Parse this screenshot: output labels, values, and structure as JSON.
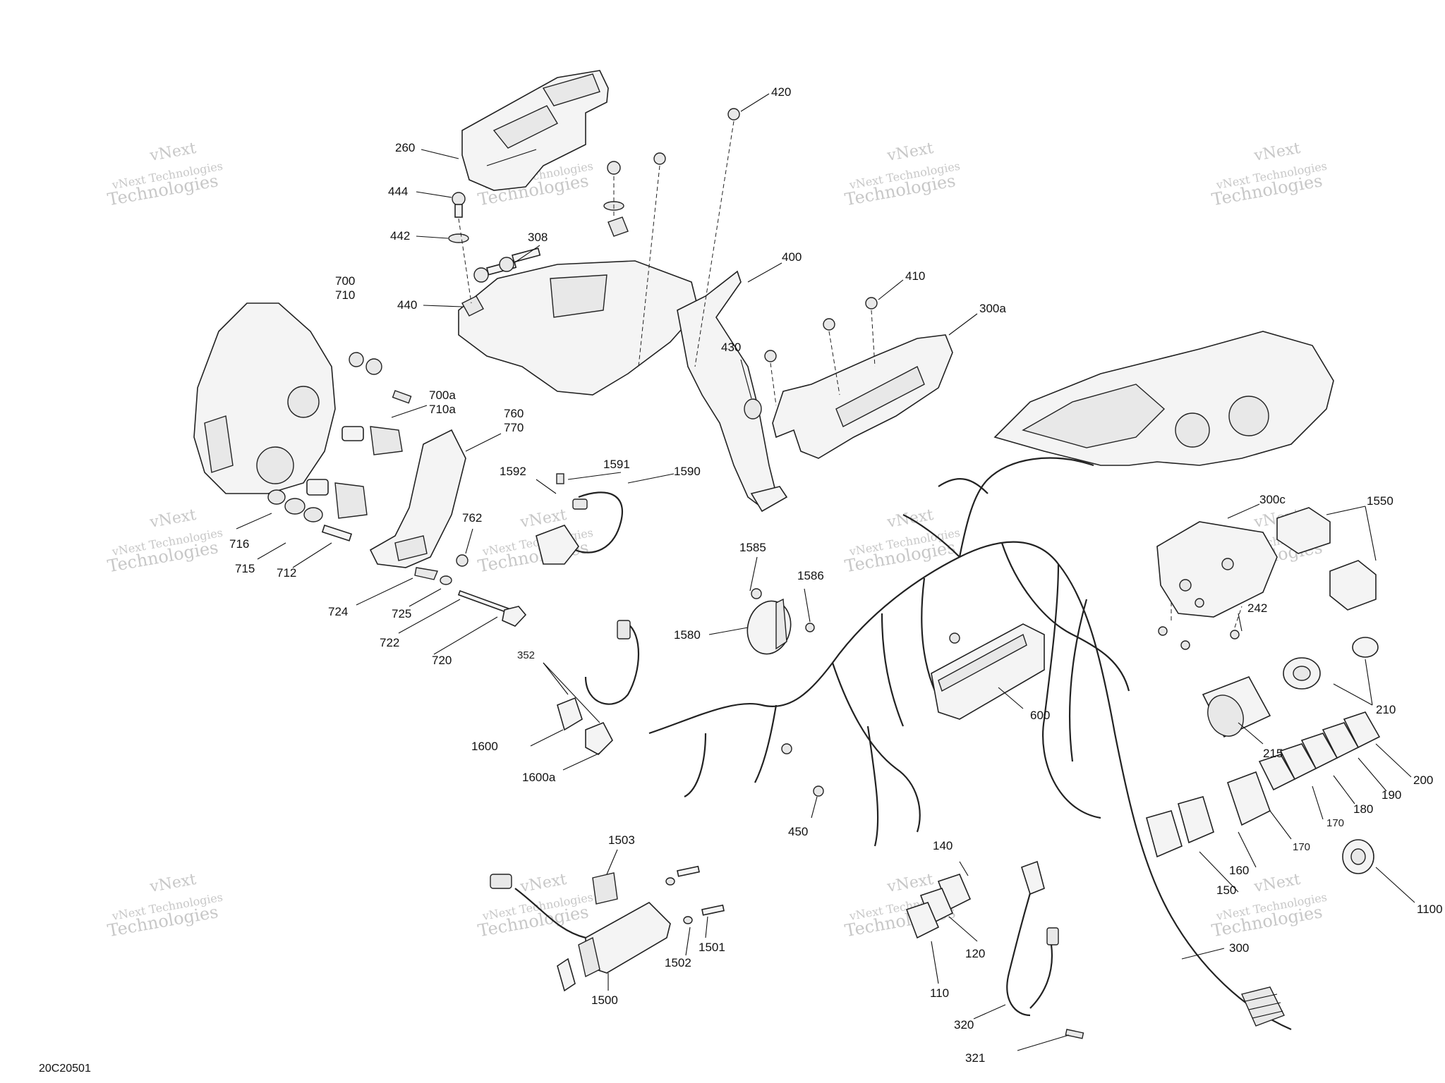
{
  "reference_code": "20C20501",
  "watermark": {
    "line1": "vNext",
    "line2": "vNext Technologies",
    "line3": "Technologies"
  },
  "callouts": [
    {
      "id": "c420",
      "text": "420"
    },
    {
      "id": "c260",
      "text": "260"
    },
    {
      "id": "c444",
      "text": "444"
    },
    {
      "id": "c442",
      "text": "442"
    },
    {
      "id": "c308",
      "text": "308"
    },
    {
      "id": "c400",
      "text": "400"
    },
    {
      "id": "c410",
      "text": "410"
    },
    {
      "id": "c300a",
      "text": "300a"
    },
    {
      "id": "c700",
      "text": "700"
    },
    {
      "id": "c710",
      "text": "710"
    },
    {
      "id": "c440",
      "text": "440"
    },
    {
      "id": "c430",
      "text": "430"
    },
    {
      "id": "c700a",
      "text": "700a"
    },
    {
      "id": "c710a",
      "text": "710a"
    },
    {
      "id": "c760",
      "text": "760"
    },
    {
      "id": "c770",
      "text": "770"
    },
    {
      "id": "c1591",
      "text": "1591"
    },
    {
      "id": "c1592",
      "text": "1592"
    },
    {
      "id": "c1590",
      "text": "1590"
    },
    {
      "id": "c300c",
      "text": "300c"
    },
    {
      "id": "c1550",
      "text": "1550"
    },
    {
      "id": "c716",
      "text": "716"
    },
    {
      "id": "c762",
      "text": "762"
    },
    {
      "id": "c715",
      "text": "715"
    },
    {
      "id": "c712",
      "text": "712"
    },
    {
      "id": "c1585",
      "text": "1585"
    },
    {
      "id": "c1586",
      "text": "1586"
    },
    {
      "id": "c242",
      "text": "242"
    },
    {
      "id": "c724",
      "text": "724"
    },
    {
      "id": "c725",
      "text": "725"
    },
    {
      "id": "c722",
      "text": "722"
    },
    {
      "id": "c1580",
      "text": "1580"
    },
    {
      "id": "c720",
      "text": "720"
    },
    {
      "id": "c352",
      "text": "352"
    },
    {
      "id": "c210",
      "text": "210"
    },
    {
      "id": "c600",
      "text": "600"
    },
    {
      "id": "c1600",
      "text": "1600"
    },
    {
      "id": "c215",
      "text": "215"
    },
    {
      "id": "c200",
      "text": "200"
    },
    {
      "id": "c1600a",
      "text": "1600a"
    },
    {
      "id": "c190",
      "text": "190"
    },
    {
      "id": "c180",
      "text": "180"
    },
    {
      "id": "c170a",
      "text": "170"
    },
    {
      "id": "c170b",
      "text": "170"
    },
    {
      "id": "c450",
      "text": "450"
    },
    {
      "id": "c1503",
      "text": "1503"
    },
    {
      "id": "c140",
      "text": "140"
    },
    {
      "id": "c160",
      "text": "160"
    },
    {
      "id": "c150",
      "text": "150"
    },
    {
      "id": "c1100",
      "text": "1100"
    },
    {
      "id": "c1501",
      "text": "1501"
    },
    {
      "id": "c120",
      "text": "120"
    },
    {
      "id": "c300",
      "text": "300"
    },
    {
      "id": "c1502",
      "text": "1502"
    },
    {
      "id": "c110",
      "text": "110"
    },
    {
      "id": "c1500",
      "text": "1500"
    },
    {
      "id": "c320",
      "text": "320"
    },
    {
      "id": "c321",
      "text": "321"
    }
  ]
}
